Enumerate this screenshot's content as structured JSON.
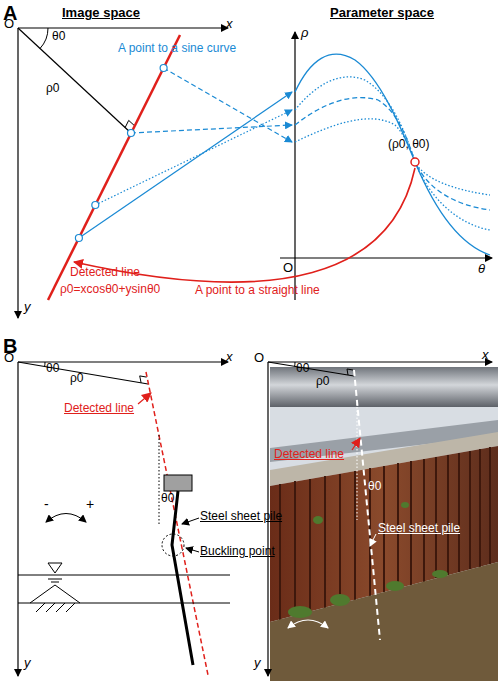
{
  "diagram": {
    "labels": [
      "A",
      "Image space",
      "Parameter space",
      "O",
      "θ0",
      "x",
      "ρ0",
      "y",
      "A point to a sine curve",
      "ρ",
      "O",
      "θ",
      "(ρ0, θ0)",
      "Detected line",
      "ρ0=xcosθ0+ysinθ0",
      "A point to a straight line",
      "B",
      "O",
      "θ0",
      "x",
      "ρ0",
      "Detected line",
      "θ0",
      "Steel sheet pile",
      "-",
      "+",
      "Buckling point",
      "y",
      "O",
      "θ0",
      "x",
      "ρ0",
      "Detected line",
      "θ0",
      "Steel sheet pile",
      "y"
    ]
  }
}
